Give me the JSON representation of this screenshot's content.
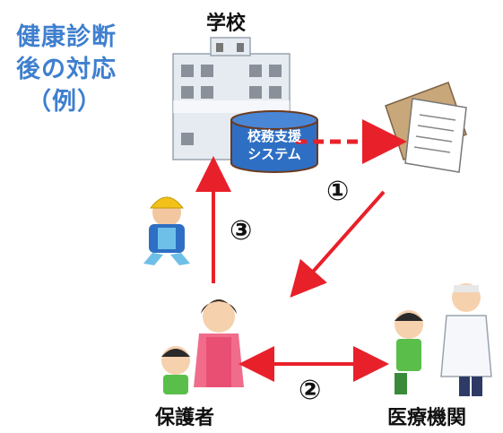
{
  "title": {
    "line1": "健康診断",
    "line2": "後の対応",
    "line3": "（例）"
  },
  "school": {
    "label": "学校"
  },
  "system": {
    "line1": "校務支援",
    "line2": "システム"
  },
  "guardian": {
    "label": "保護者"
  },
  "medical": {
    "label": "医療機関"
  },
  "steps": {
    "one": "①",
    "two": "②",
    "three": "③"
  },
  "colors": {
    "title": "#3f7fcf",
    "arrow": "#e8202a",
    "cylinder": "#2e6fc4"
  }
}
